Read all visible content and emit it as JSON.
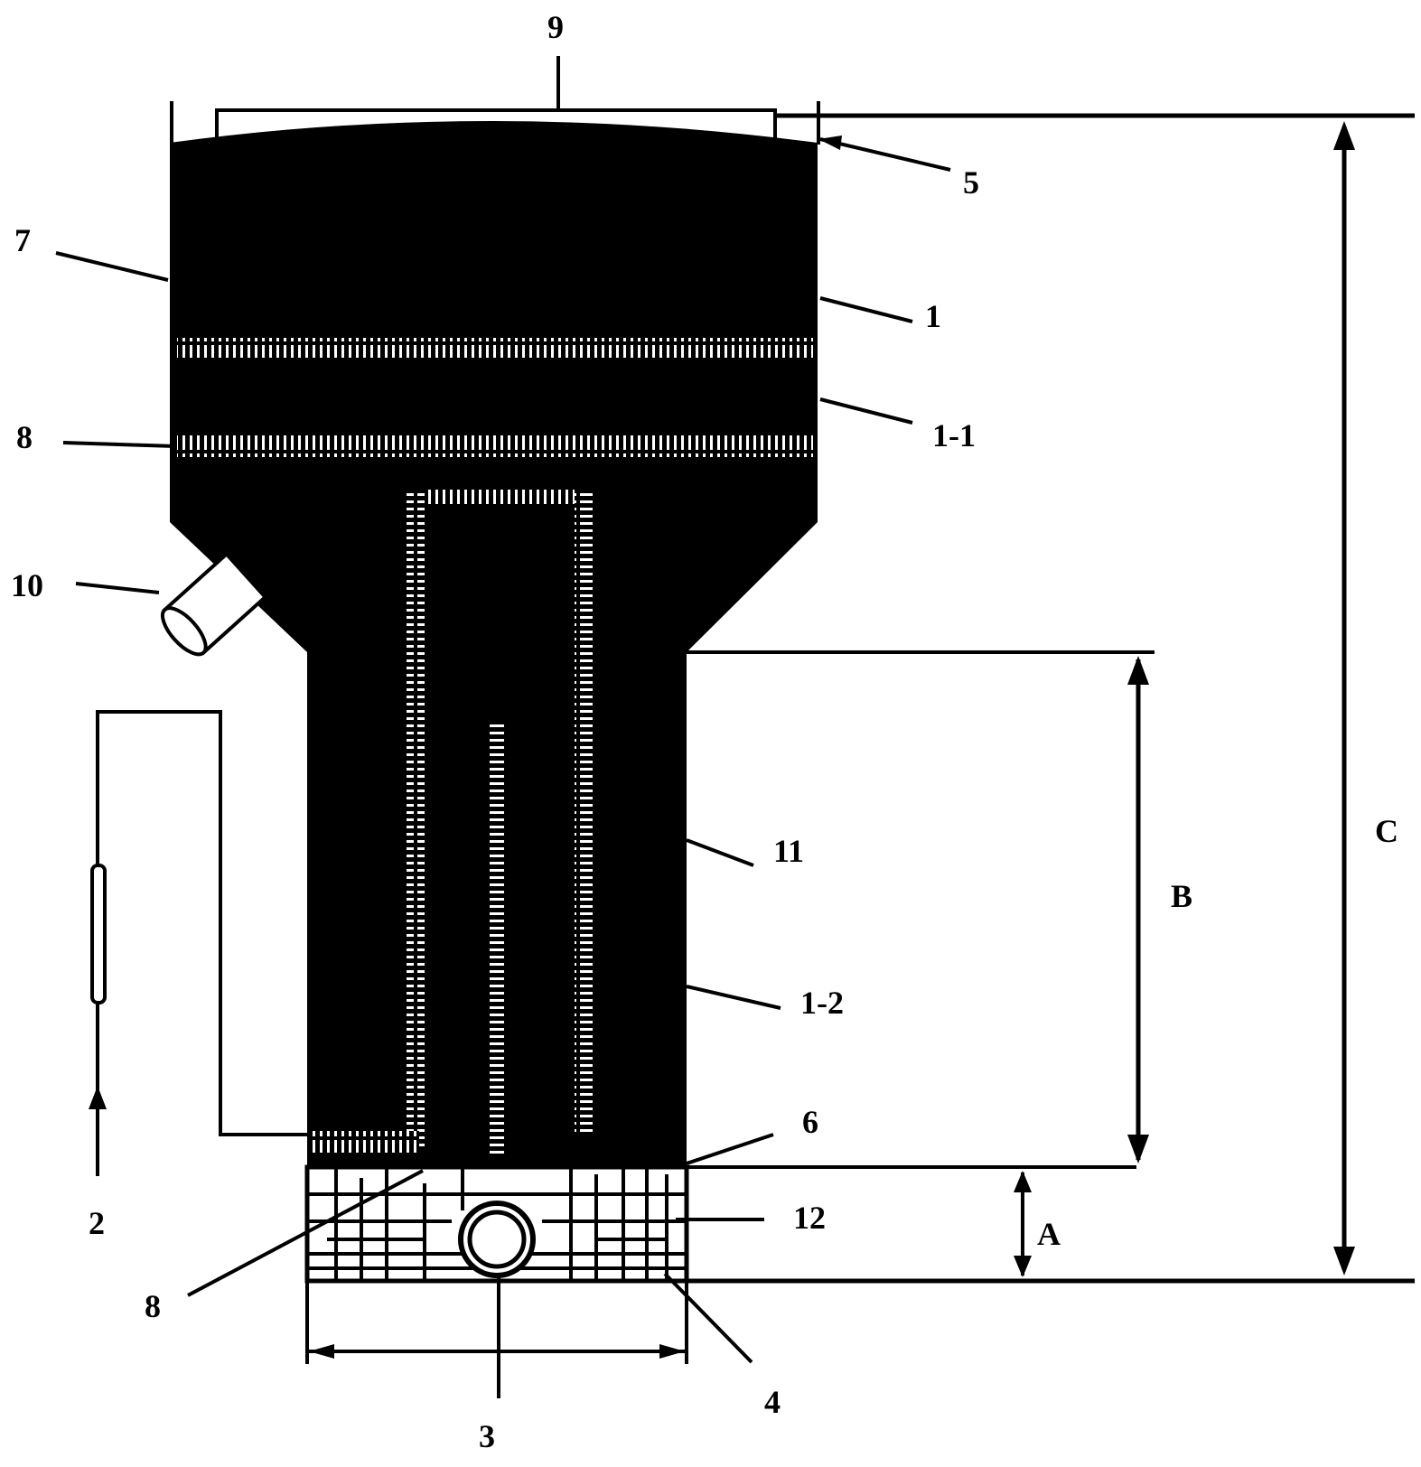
{
  "labels": {
    "l9": "9",
    "l5": "5",
    "l7": "7",
    "l1": "1",
    "l1_1": "1-1",
    "l8_top": "8",
    "l10": "10",
    "l11": "11",
    "l1_2": "1-2",
    "l6": "6",
    "l12": "12",
    "l2": "2",
    "l8_bottom": "8",
    "l3": "3",
    "l4": "4",
    "dimA": "A",
    "dimB": "B",
    "dimC": "C"
  },
  "colors": {
    "fill": "#000000",
    "background": "#ffffff"
  }
}
